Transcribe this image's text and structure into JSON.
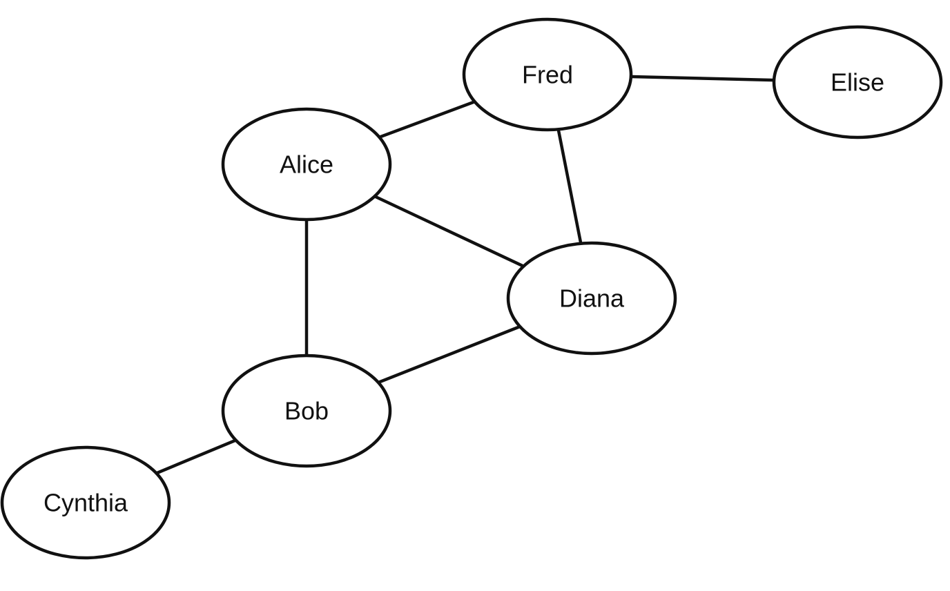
{
  "nodes": [
    {
      "id": "fred",
      "label": "Fred"
    },
    {
      "id": "elise",
      "label": "Elise"
    },
    {
      "id": "alice",
      "label": "Alice"
    },
    {
      "id": "diana",
      "label": "Diana"
    },
    {
      "id": "bob",
      "label": "Bob"
    },
    {
      "id": "cynthia",
      "label": "Cynthia"
    }
  ],
  "edges": [
    {
      "from": "alice",
      "to": "fred"
    },
    {
      "from": "fred",
      "to": "elise"
    },
    {
      "from": "fred",
      "to": "diana"
    },
    {
      "from": "alice",
      "to": "diana"
    },
    {
      "from": "alice",
      "to": "bob"
    },
    {
      "from": "bob",
      "to": "diana"
    },
    {
      "from": "bob",
      "to": "cynthia"
    }
  ]
}
